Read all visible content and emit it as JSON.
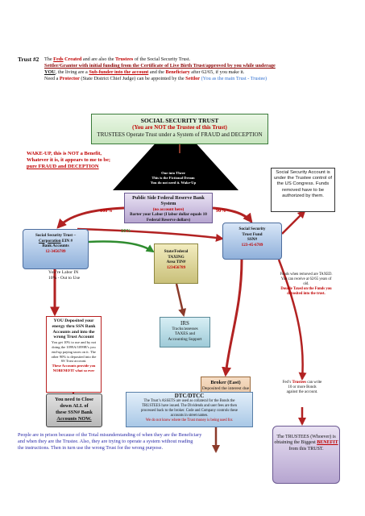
{
  "intro": {
    "label": "Trust #2",
    "line1_a": "The ",
    "line1_feds": "Feds",
    "line1_created": "Created",
    "line1_b": " and are also the ",
    "line1_trustees": "Trustees",
    "line1_c": " of the Social Security Trust.",
    "line2": "Settler/Grantor with initial funding from the Certificate of Live Birth Trust/approved by you while underage",
    "line3_you": "YOU",
    "line3_a": ", the living are a ",
    "line3_subfunder": "Sub-funder into the account",
    "line3_b": " and the ",
    "line3_beneficiary": "Beneficiary",
    "line3_c": " after 62/65, if you make it.",
    "line4_a": "Need a ",
    "line4_protector": "Protector",
    "line4_b": " (State District Chief Judge) can be appointed by the ",
    "line4_settlor": "Settlor",
    "line4_c": " (You as the main Trust - Trustee)"
  },
  "ss_trust": {
    "title": "SOCIAL SECURITY TRUST",
    "subtitle": "(You are NOT the Trustee of this Trust)",
    "line": "TRUSTEES Operate Trust under a System of FRAUD and DECEPTION"
  },
  "wakeup": [
    "WAKE-UP, this is NOT a Benefit,",
    "Whatever it is, it appears to me to be;",
    "pure FRAUD and DECEPTION"
  ],
  "pyramid": [
    "One into Three",
    "This is the Fictional Dream",
    "You do not need it.  Wake-Up"
  ],
  "fed_bank": {
    "title": "Public Side Federal Reserve Bank System",
    "note": "(no account here)",
    "line": "Barter your Labor (I labor dollar equals 10 Federal Reserve dollars)"
  },
  "percent_left": "100%",
  "percent_mid": "10%",
  "percent_right": "90%",
  "ss_left": {
    "title": "Social Security Trust –",
    "corp": "Corporation",
    "ein": " EIN #",
    "bank": "Bank Accounts",
    "num": "12-3456789"
  },
  "labor_in": [
    "You’re Labor IN",
    "10% - Out to Use"
  ],
  "taxing": {
    "l1": "State/Federal",
    "l2": "TAXING",
    "l3": "Area TIN#",
    "num": "123456789"
  },
  "ss_right": {
    "l1": "Social Security",
    "l2": "Trust Fund",
    "l3": "SSN#",
    "num": "123-45-6789"
  },
  "ss_note": "Social Security Account is under the Trustee control of the US Congress. Funds removed have to be authorized by them.",
  "taxed_note": {
    "a": "Funds when removed are TAXED.",
    "b": "You can receive at 62/65 years of old.",
    "c": "Double Taxed on the Funds you deposited into the trust."
  },
  "deposit": {
    "title": "YOU Deposited your energy thru SSN Bank Accounts and into the wrong Trust Account",
    "body": "You get 10% to use and by not doing the 1099A/1099B’s you end-up paying taxes on it. The other 90% is deposited into the SS Trust account.",
    "end": "These Accounts provide you NOBENEFIT what so ever"
  },
  "irs": {
    "title": "IRS",
    "l1": "Tracks/assesses",
    "l2": "TAXES and",
    "l3": "Accounting Support"
  },
  "broker": {
    "title": "Broker (East)",
    "body": "Deposited the interest due to the TRUST"
  },
  "fed_trustees": {
    "a": "Fed’s ",
    "b": "Trustees",
    "c": " can write 10 or more Bonds against the account."
  },
  "close": {
    "l1": "You need to Close",
    "l2": "down ALL of",
    "l3": "these SSN# Bank",
    "l4": "Accounts NOW."
  },
  "dtc": {
    "title": "DTC/DTCC",
    "l1": "The Trust’s ASSETS are used as collateral for the Bonds the",
    "l2": "TRUSTEES have issued. The Dividends and user fees are then",
    "l3": "processed back to the broker. Code and Company controls these",
    "l4": "accounts in street names.",
    "l5": "We do not know where the Trust money is being used for."
  },
  "trustees_box": {
    "a": "The TRUSTEES (Whoever) is obtaining the Biggest ",
    "benefit": "BENEFIT",
    "b": " from this TRUST."
  },
  "bottom": [
    "People are in prison because of the Total misunderstanding of when they are the Beneficiary",
    "and when they are the Trustee. Also, they are trying to operate a system without reading",
    "the instructions. Then in turn use the wrong Trust for the wrong purpose."
  ],
  "colors": {
    "red": "#c00000",
    "arrow_red": "#b22222",
    "arrow_green": "#2f8c2f",
    "arrow_brown": "#8b3a2a",
    "blue_text": "#2a2aa8"
  }
}
